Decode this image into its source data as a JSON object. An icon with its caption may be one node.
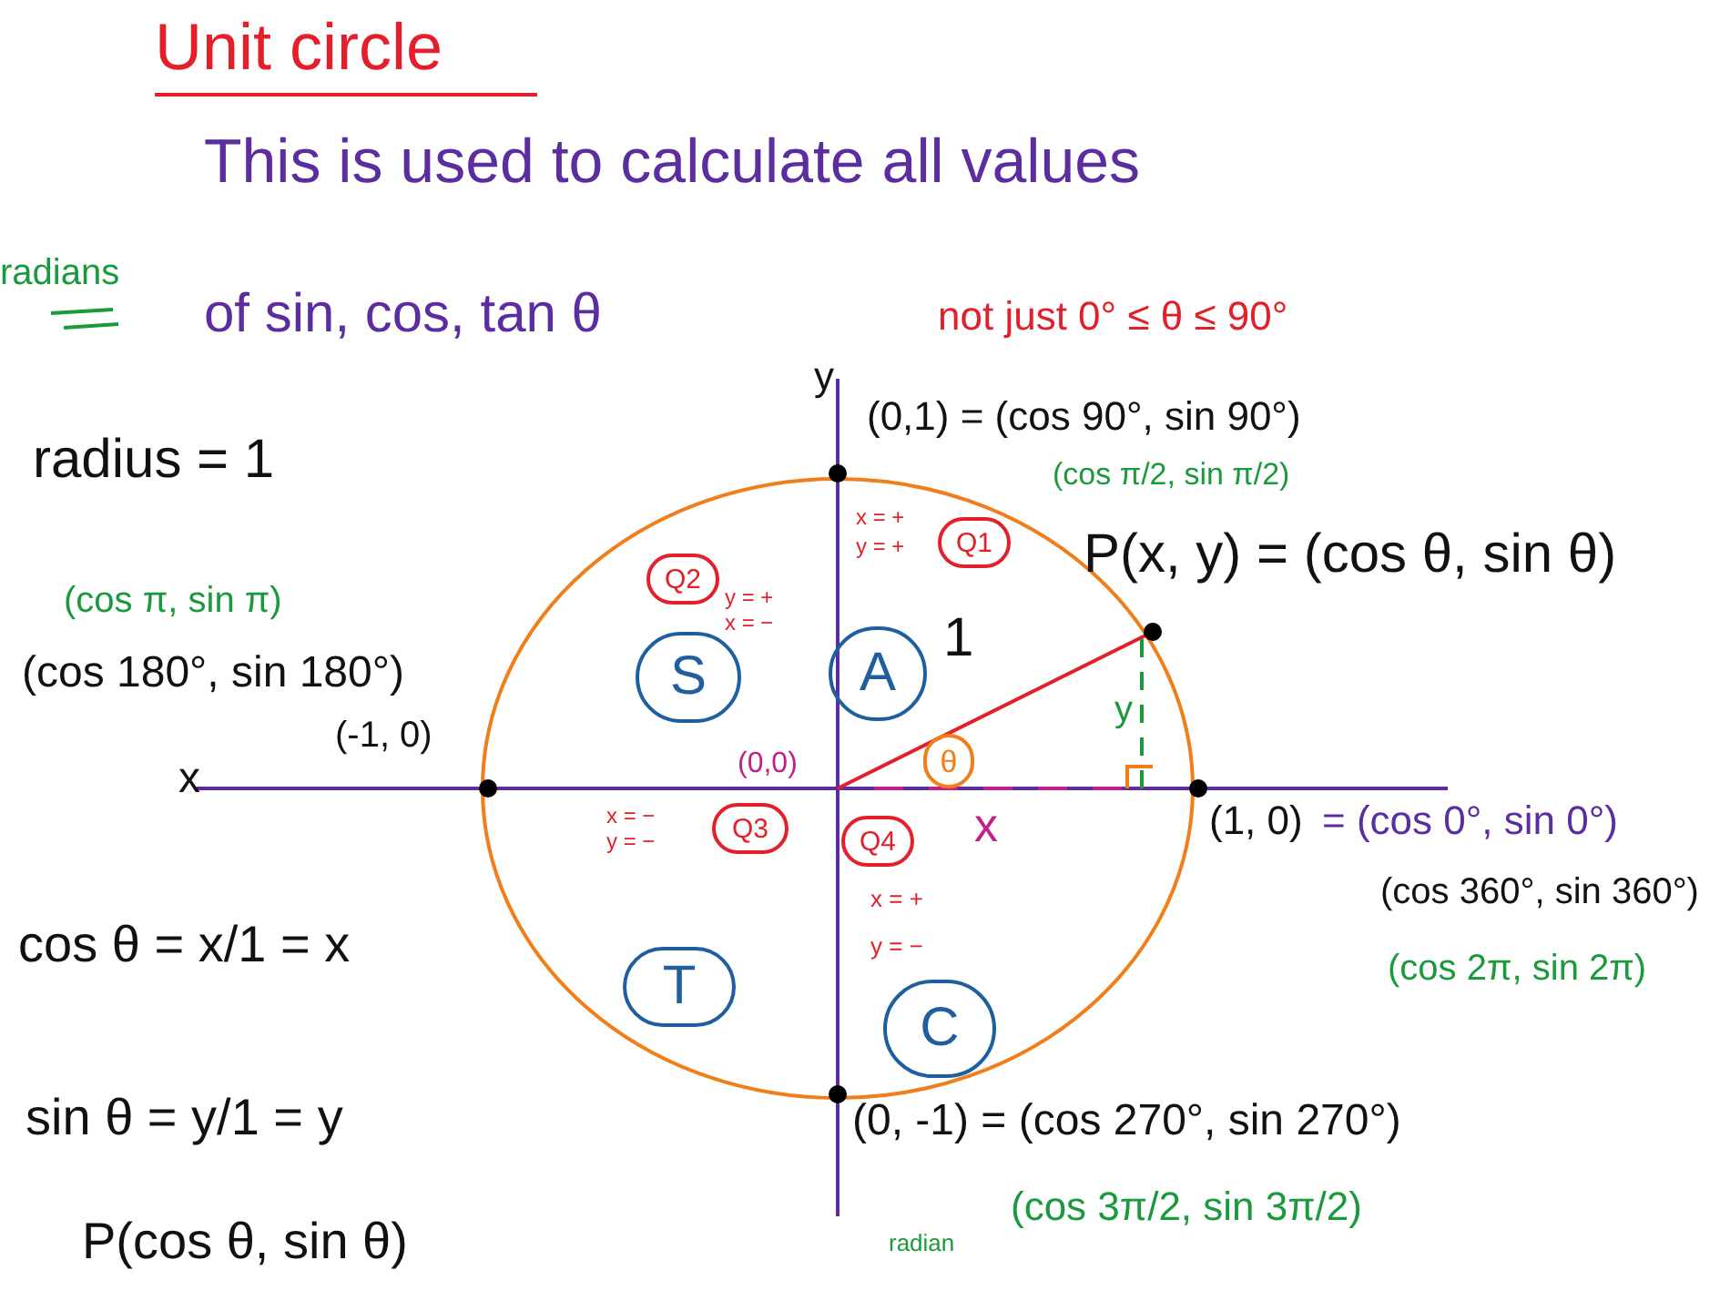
{
  "diagram": {
    "title": "Unit circle",
    "nodes": [
      {
        "text": [
          "Q2"
        ]
      },
      {
        "text": [
          "Q1"
        ]
      },
      {
        "text": [
          "S"
        ]
      },
      {
        "text": [
          "A"
        ]
      },
      {
        "text": [
          "θ"
        ]
      },
      {
        "text": [
          "Q3"
        ]
      },
      {
        "text": [
          "Q4"
        ]
      },
      {
        "text": [
          "T"
        ]
      },
      {
        "text": [
          "C"
        ]
      }
    ],
    "edges": [],
    "labels": [
      "This is used to calculate all values",
      "radians",
      "of sin, cos, tan θ",
      "not just 0° ≤ θ ≤ 90°",
      "y",
      "(0,1) = (cos 90°, sin 90°)",
      "radius = 1",
      "(cos π/2, sin π/2)",
      "P(x, y) = (cos θ, sin θ)",
      "y = +",
      "x = −",
      "x = +",
      "y = +",
      "(cos π, sin π)",
      "1",
      "(cos 180°, sin 180°)",
      "y",
      "(-1, 0)",
      "(0,0)",
      "x",
      "(1, 0)",
      "= (cos 0°, sin 0°)",
      "x = −",
      "y = −",
      "x",
      "(cos 360°, sin 360°)",
      "x = +",
      "y = −",
      "cos θ = x/1 = x",
      "(cos 2π, sin 2π)",
      "(0, -1) = (cos 270°, sin 270°)",
      "sin θ = y/1 = y",
      "(cos 3π/2, sin 3π/2)",
      "radian",
      "P(cos θ, sin θ)"
    ]
  }
}
